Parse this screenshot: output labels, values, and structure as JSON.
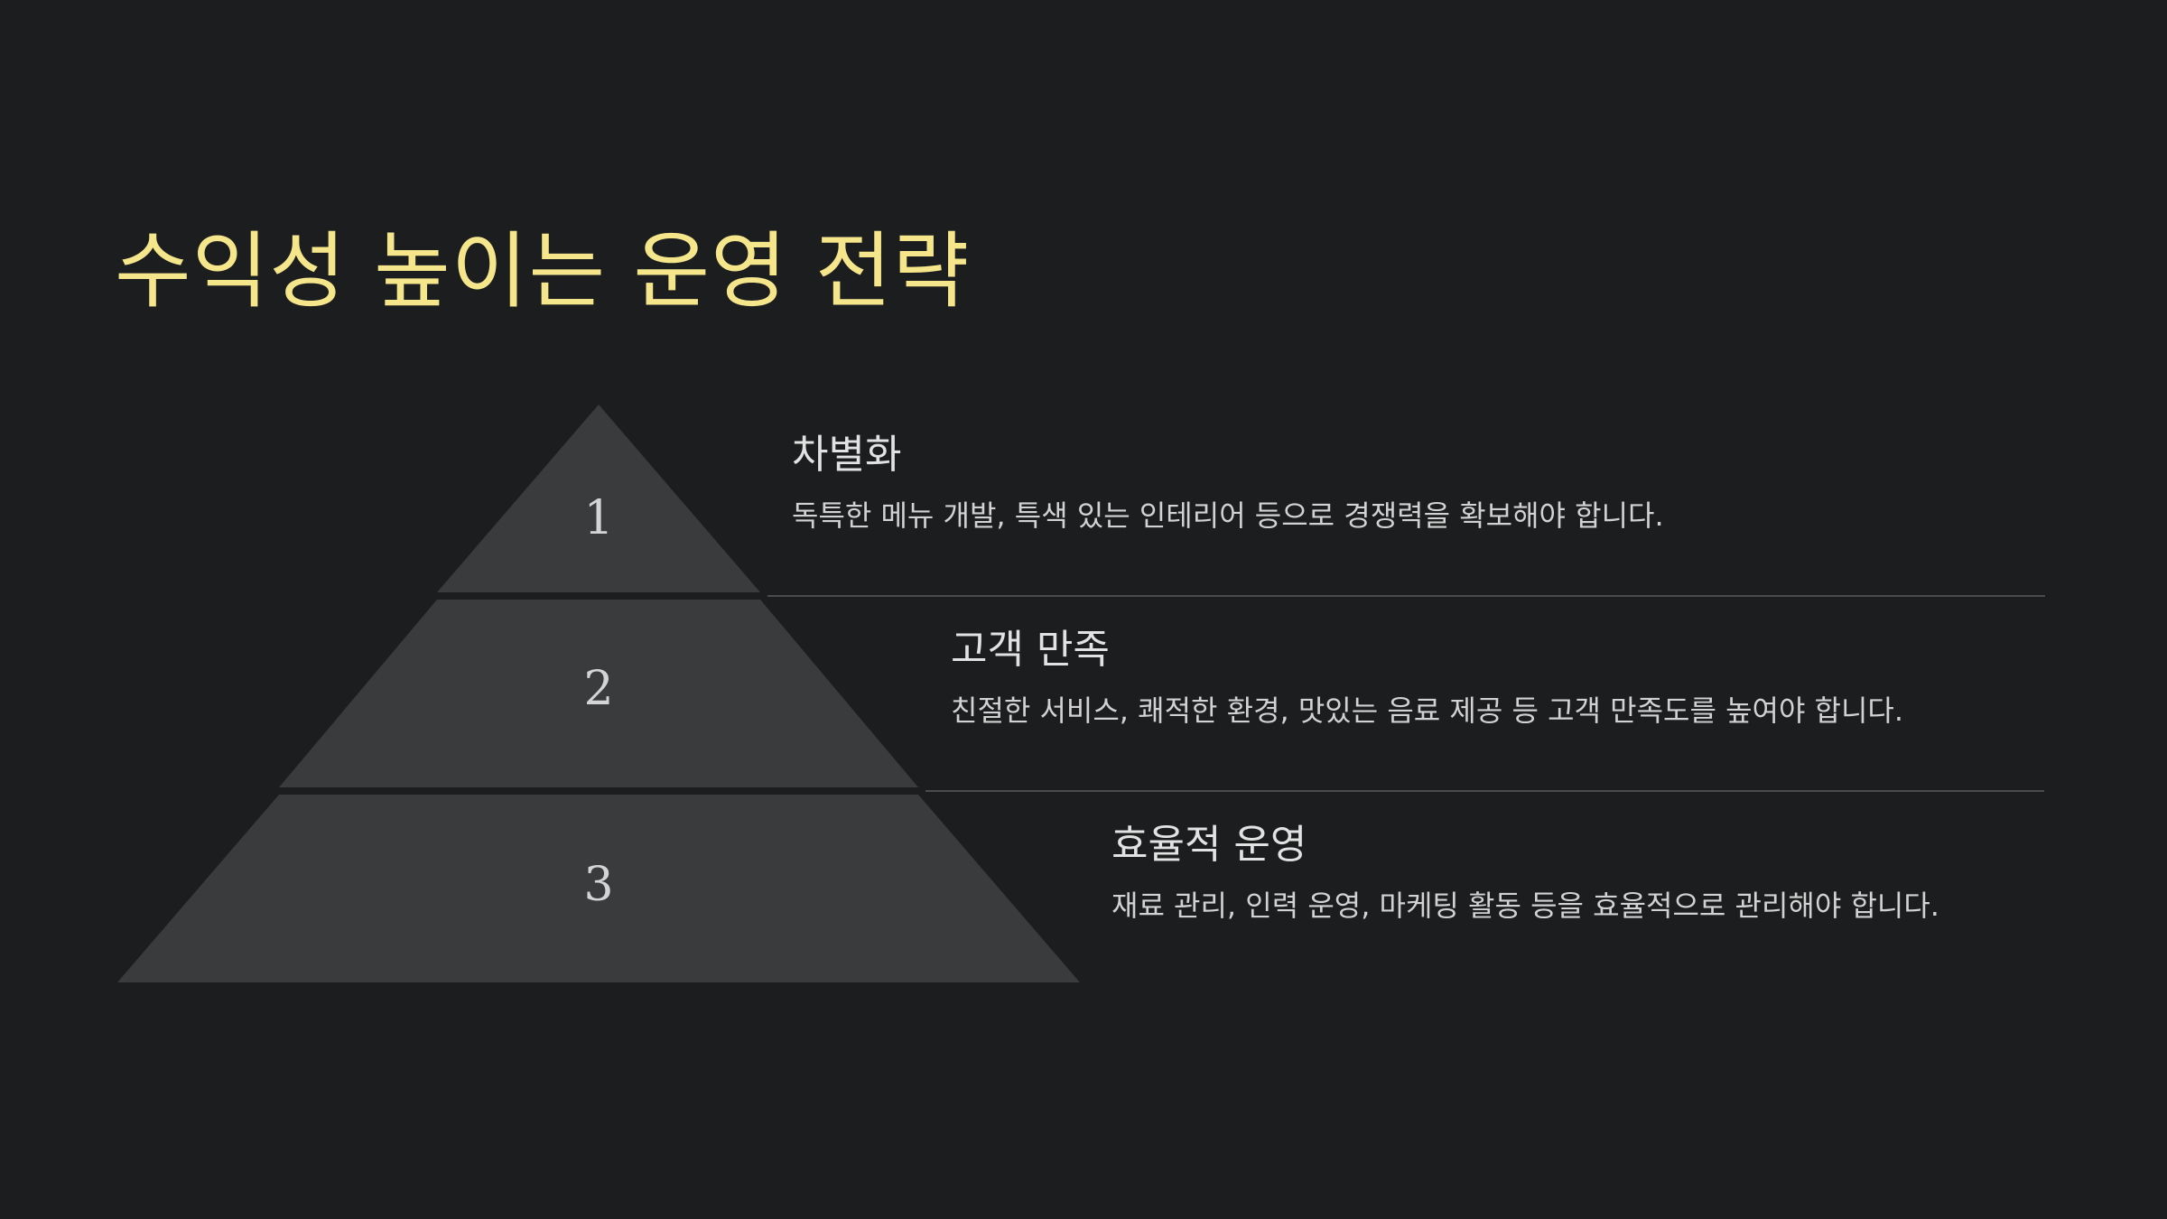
{
  "slide": {
    "title": "수익성 높이는 운영 전략"
  },
  "pyramid": {
    "fill_color": "#3a3b3d",
    "tiers": [
      {
        "number": "1",
        "heading": "차별화",
        "description": "독특한 메뉴 개발, 특색 있는 인테리어 등으로 경쟁력을 확보해야 합니다."
      },
      {
        "number": "2",
        "heading": "고객 만족",
        "description": "친절한 서비스, 쾌적한 환경, 맛있는 음료 제공 등 고객 만족도를 높여야 합니다."
      },
      {
        "number": "3",
        "heading": "효율적 운영",
        "description": "재료 관리, 인력 운영, 마케팅 활동 등을 효율적으로 관리해야 합니다."
      }
    ]
  },
  "colors": {
    "background": "#1c1d1f",
    "title": "#f5e68c",
    "text": "#e2e2e2",
    "divider": "#4a4b4e"
  }
}
